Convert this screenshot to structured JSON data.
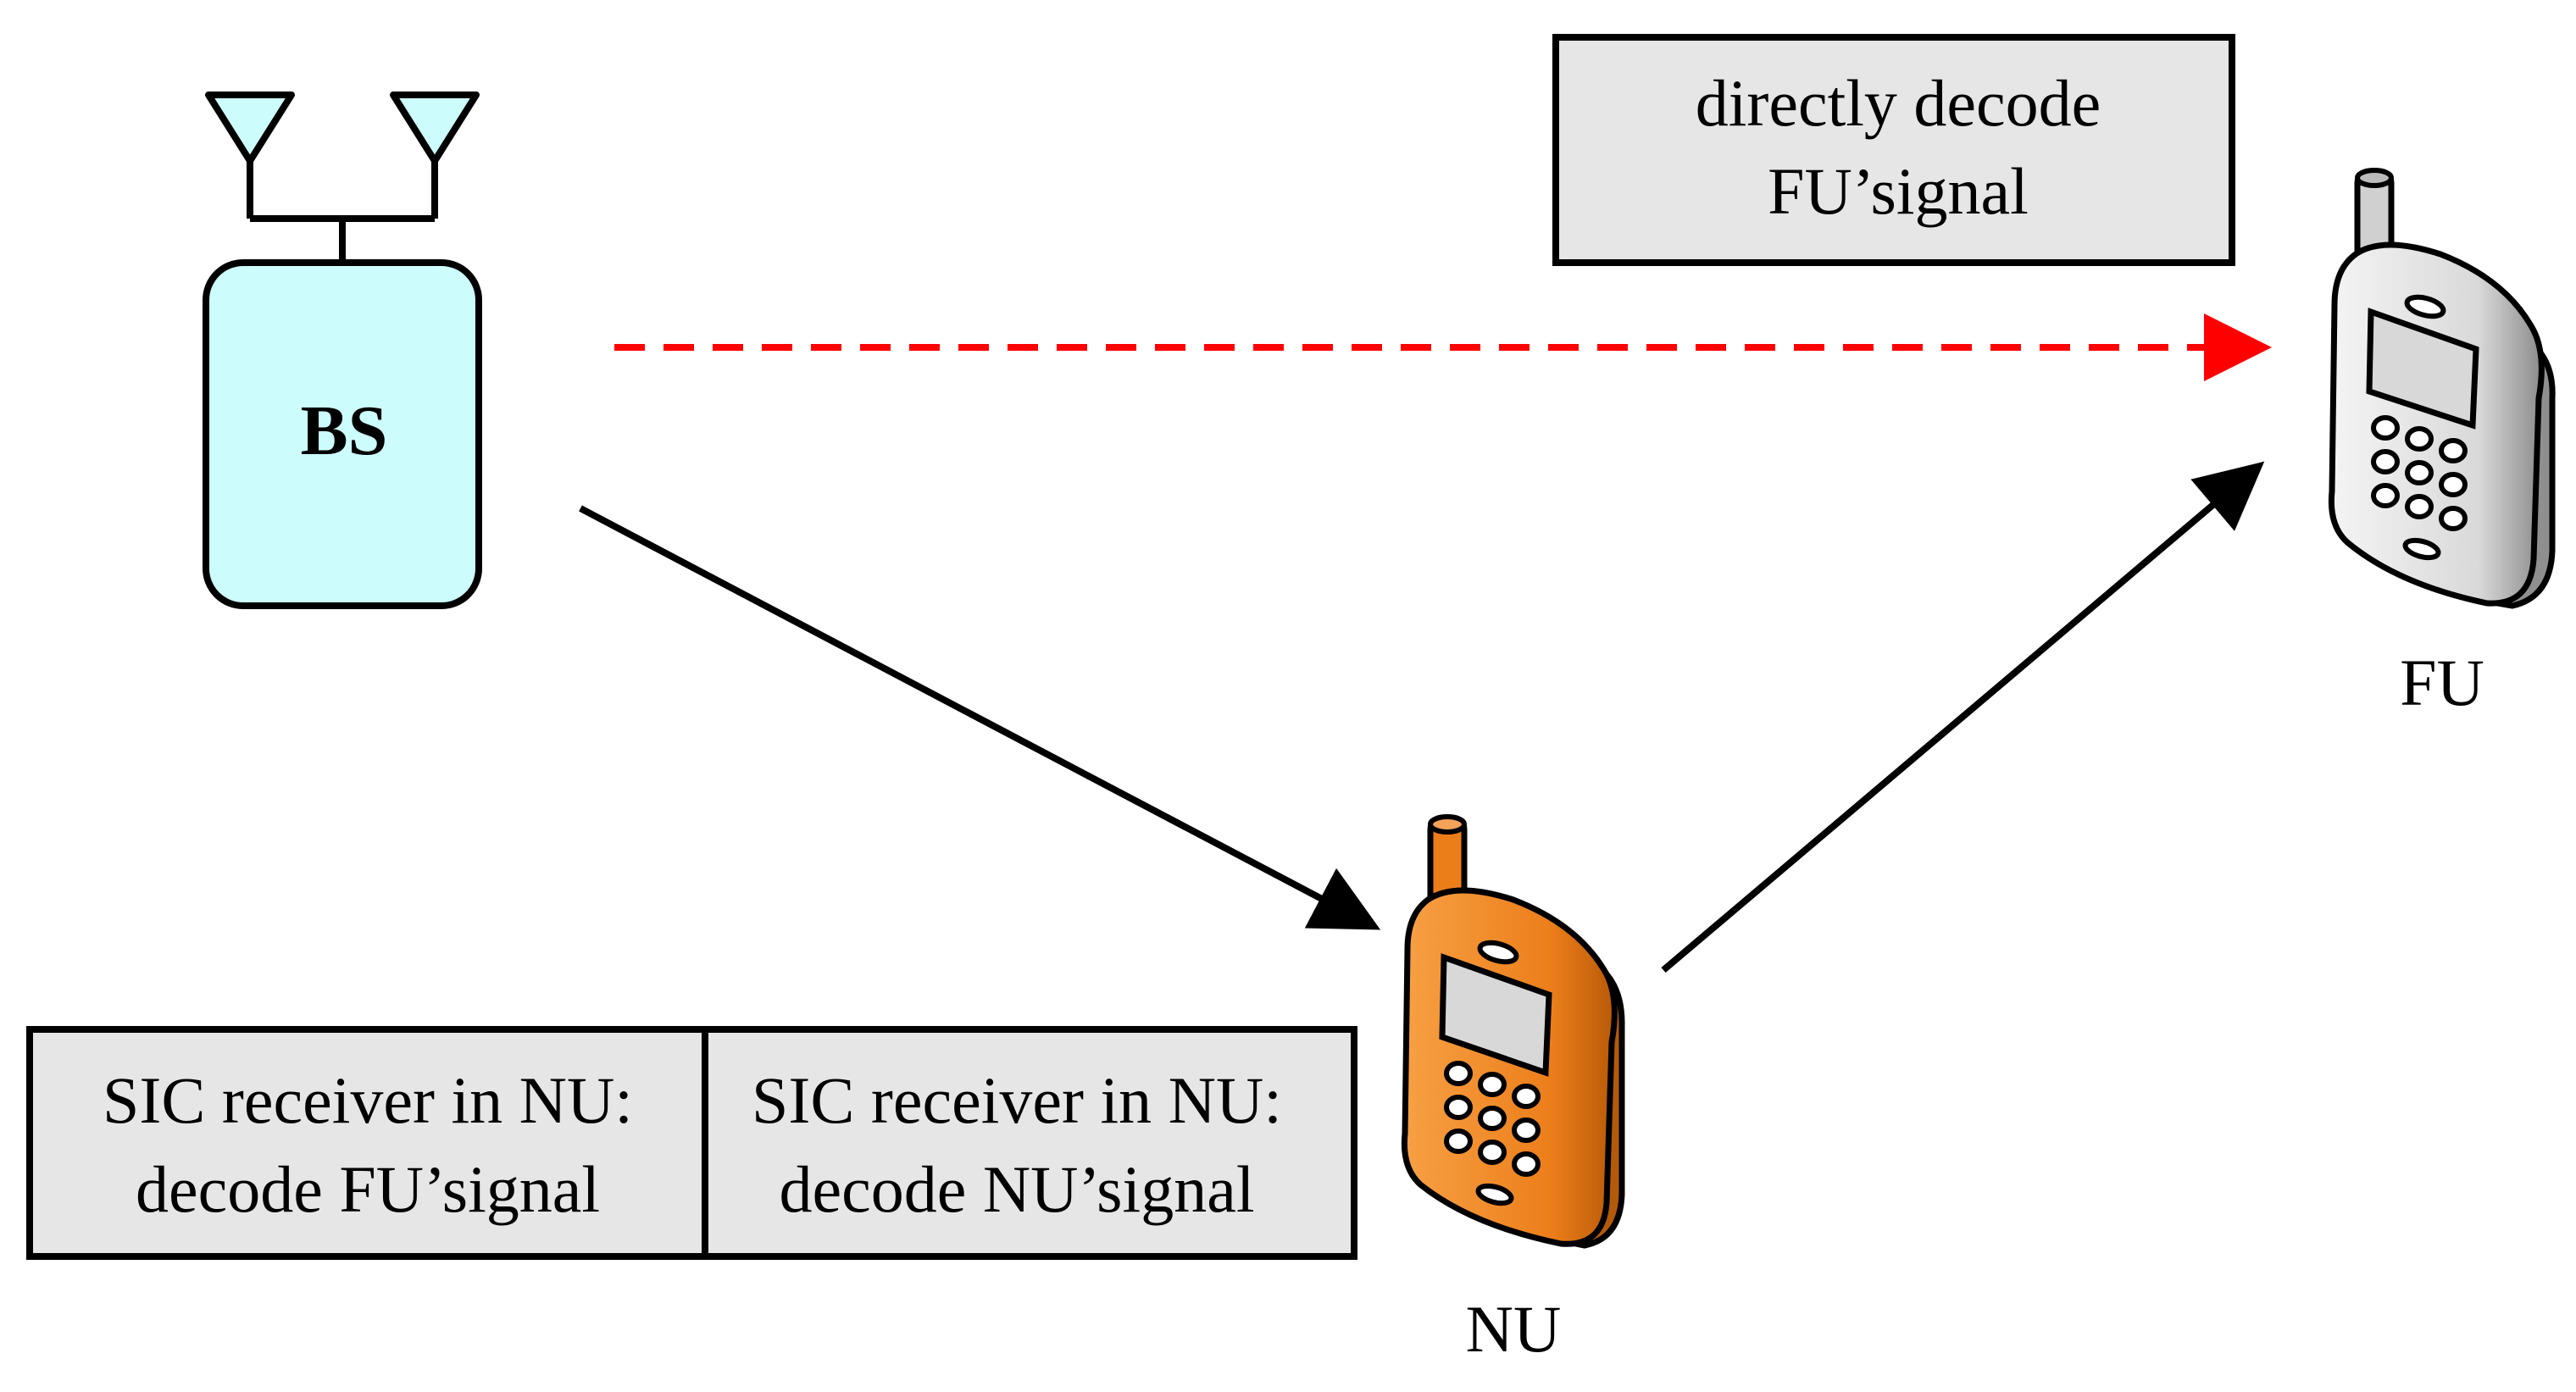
{
  "base_station": {
    "label": "BS",
    "fill_color": "#ccfcfb"
  },
  "far_user": {
    "label": "FU",
    "phone_color": "#e8e8e8"
  },
  "near_user": {
    "label": "NU",
    "phone_color": "#f08a2c"
  },
  "direct_decode_box": {
    "line1": "directly decode",
    "line2": "FU’signal"
  },
  "sic_boxes": [
    {
      "line1": "SIC receiver in NU:",
      "line2": "decode FU’signal"
    },
    {
      "line1": "SIC receiver in NU:",
      "line2": "decode NU’signal"
    }
  ],
  "colors": {
    "box_fill": "#e6e6e6",
    "direct_link": "#ff0000",
    "relay_link": "#000000"
  },
  "icons": {
    "base_station": "base-station-icon",
    "antenna": "antenna-icon",
    "far_user_phone": "mobile-phone-icon",
    "near_user_phone": "mobile-phone-icon"
  }
}
